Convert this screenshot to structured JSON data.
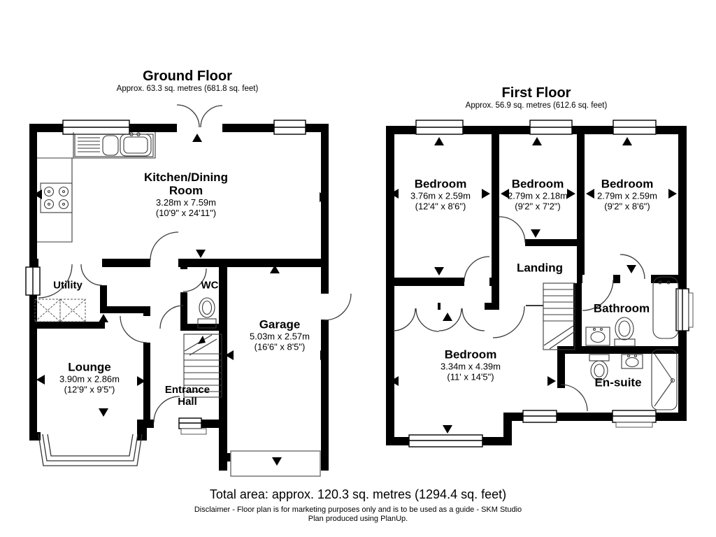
{
  "ground_floor": {
    "title": "Ground Floor",
    "subtitle": "Approx. 63.3 sq. metres (681.8 sq. feet)",
    "rooms": {
      "kitchen": {
        "name": "Kitchen/Dining Room",
        "metric": "3.28m x 7.59m",
        "imperial": "(10'9\" x 24'11\")"
      },
      "utility": {
        "name": "Utility"
      },
      "wc": {
        "name": "WC"
      },
      "garage": {
        "name": "Garage",
        "metric": "5.03m x 2.57m",
        "imperial": "(16'6\" x 8'5\")"
      },
      "lounge": {
        "name": "Lounge",
        "metric": "3.90m x 2.86m",
        "imperial": "(12'9\" x 9'5\")"
      },
      "entrance_hall": {
        "name": "Entrance Hall"
      }
    }
  },
  "first_floor": {
    "title": "First Floor",
    "subtitle": "Approx. 56.9 sq. metres (612.6 sq. feet)",
    "rooms": {
      "bedroom1": {
        "name": "Bedroom",
        "metric": "3.76m x 2.59m",
        "imperial": "(12'4\" x 8'6\")"
      },
      "bedroom2": {
        "name": "Bedroom",
        "metric": "2.79m x 2.18m",
        "imperial": "(9'2\" x 7'2\")"
      },
      "bedroom3": {
        "name": "Bedroom",
        "metric": "2.79m x 2.59m",
        "imperial": "(9'2\" x 8'6\")"
      },
      "landing": {
        "name": "Landing"
      },
      "bathroom": {
        "name": "Bathroom"
      },
      "bedroom4": {
        "name": "Bedroom",
        "metric": "3.34m x 4.39m",
        "imperial": "(11' x 14'5\")"
      },
      "ensuite": {
        "name": "En-suite"
      }
    }
  },
  "footer": {
    "total_area": "Total area: approx. 120.3 sq. metres (1294.4 sq. feet)",
    "disclaimer": "Disclaimer - Floor plan is for marketing purposes only and is to be used as a guide - SKM Studio",
    "produced": "Plan produced using PlanUp."
  },
  "colors": {
    "wall": "#000000",
    "line": "#3a3a3a",
    "background": "#ffffff"
  }
}
